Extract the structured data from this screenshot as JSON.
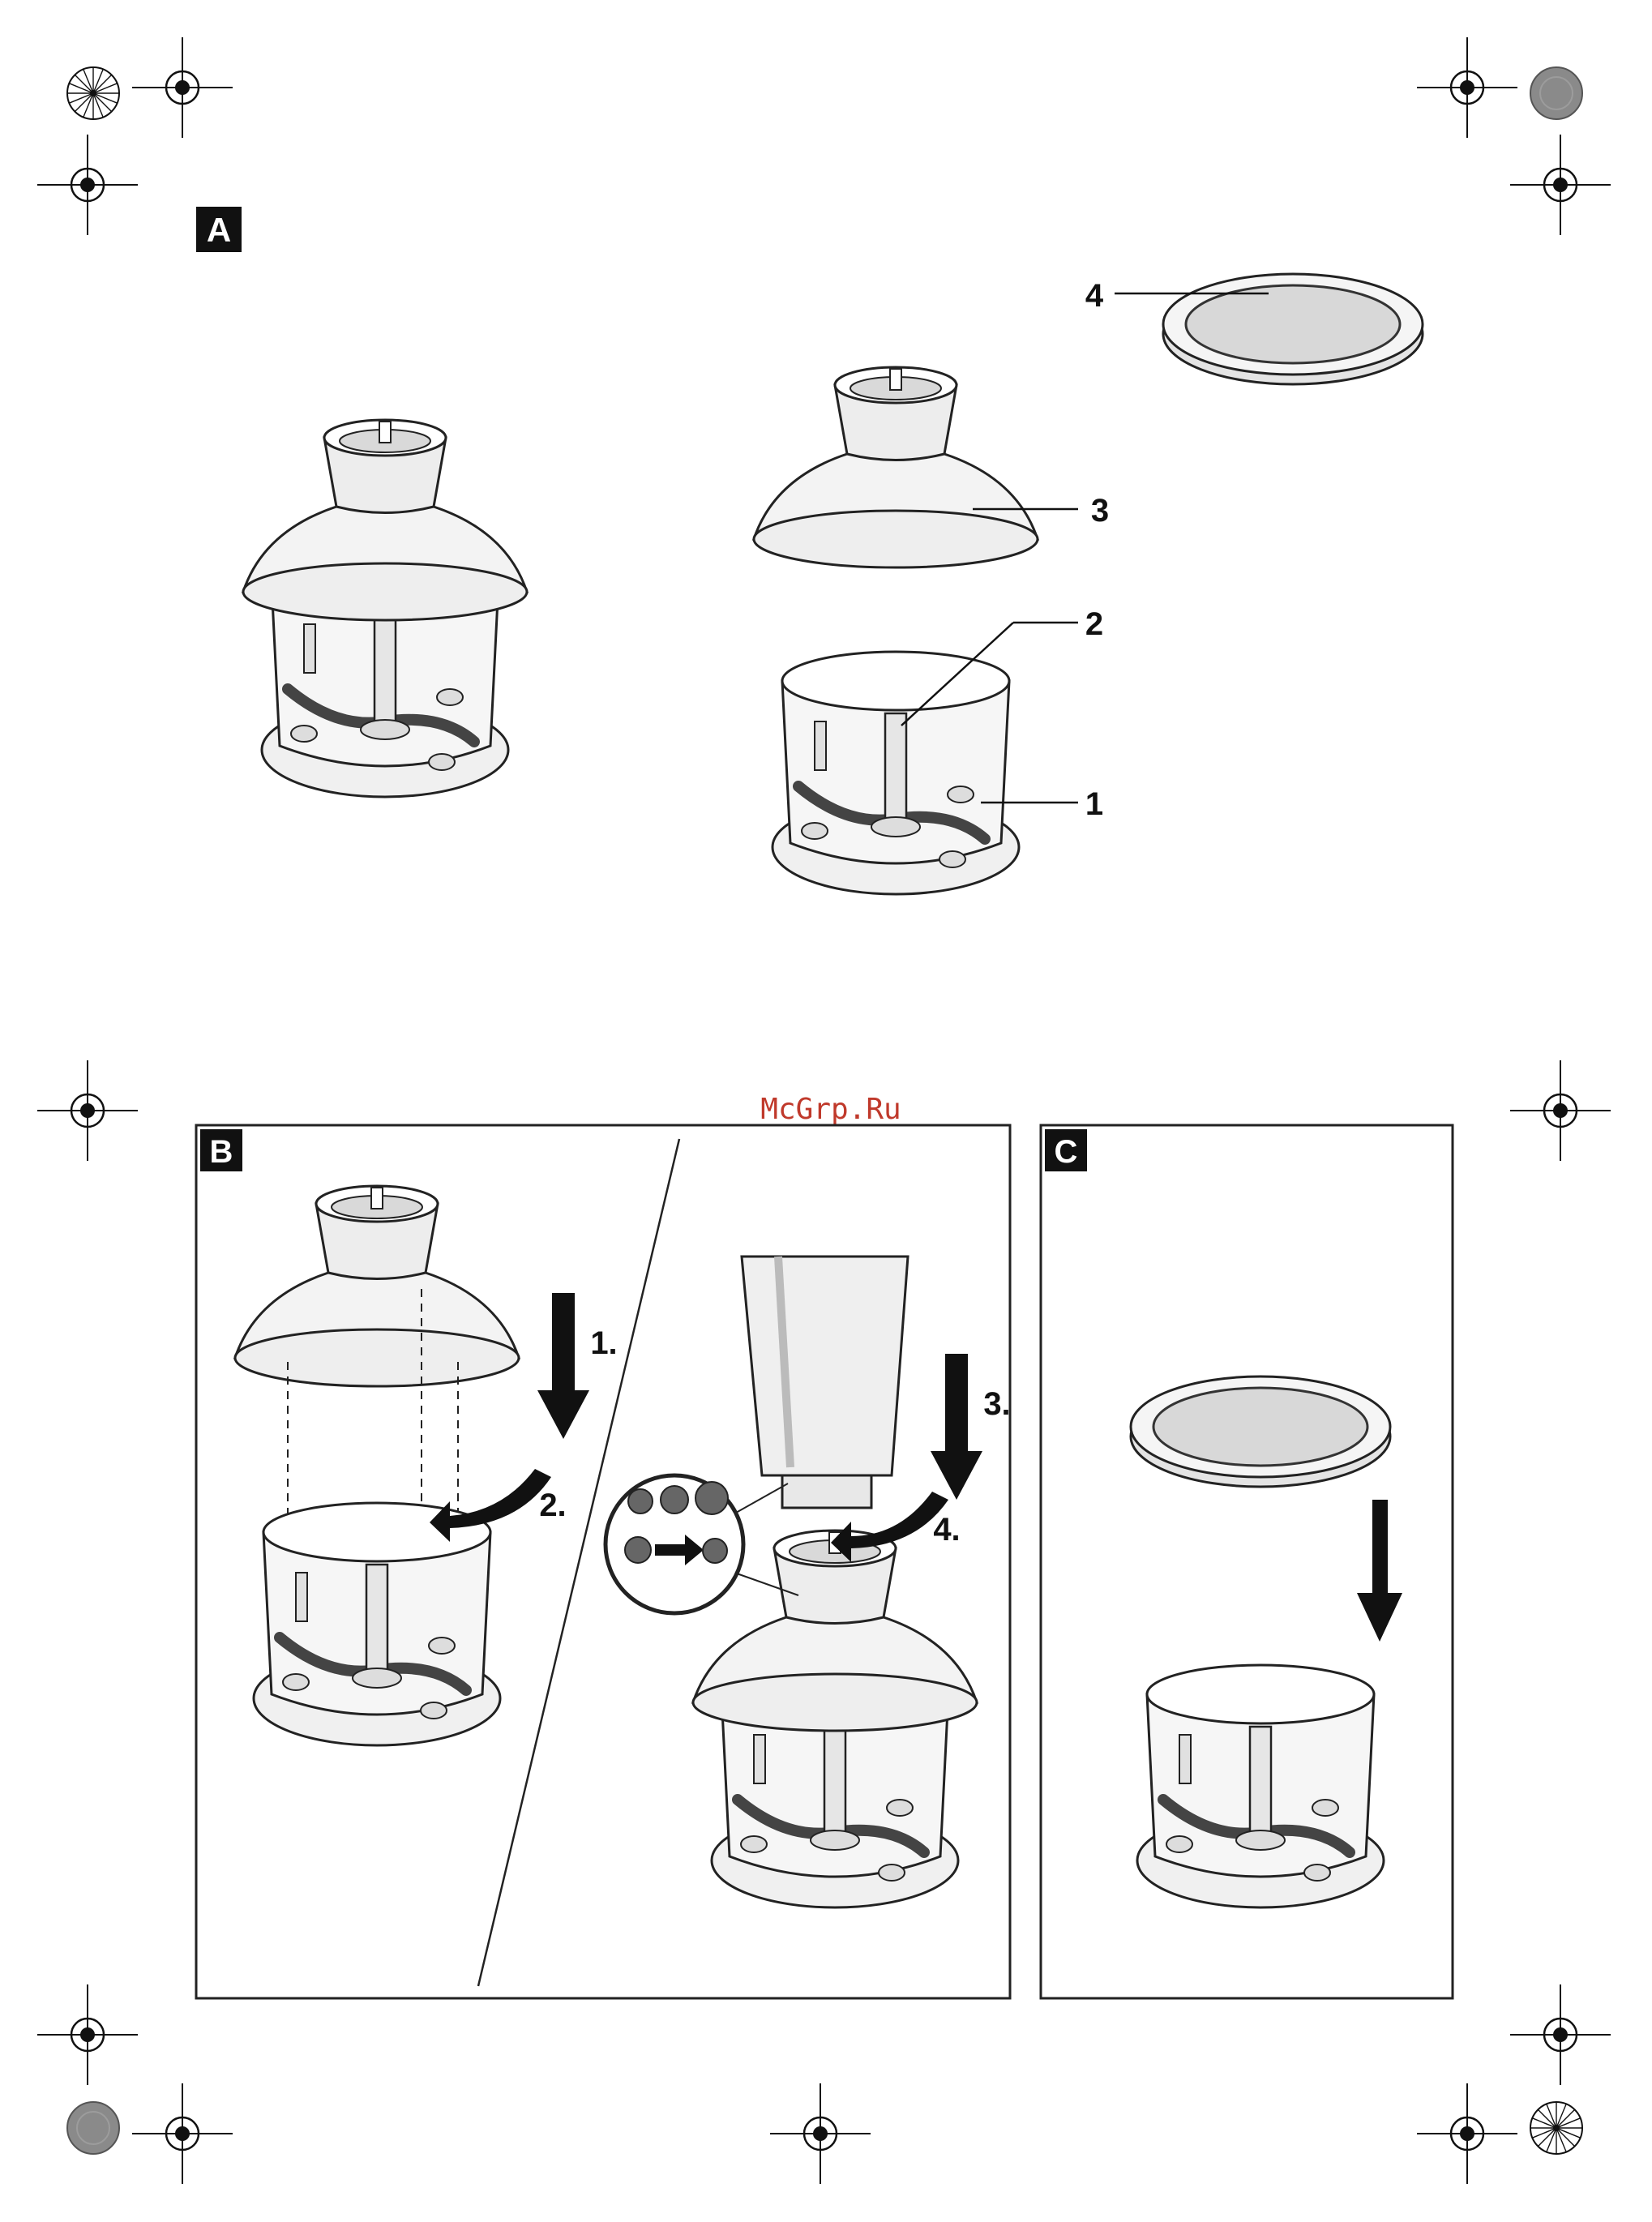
{
  "watermark": "McGrp.Ru",
  "colors": {
    "ink": "#111111",
    "watermark": "#c0392b",
    "badge": "#111111",
    "panel_border": "#222222",
    "grey_target": "#8a8a8a"
  },
  "sections": {
    "a": {
      "badge": "A",
      "callouts": [
        {
          "number": "1",
          "part": "container"
        },
        {
          "number": "2",
          "part": "blade-shaft"
        },
        {
          "number": "3",
          "part": "lid-with-gearbox"
        },
        {
          "number": "4",
          "part": "storage-lid"
        }
      ]
    },
    "b": {
      "badge": "B",
      "steps": [
        "1.",
        "2.",
        "3.",
        "4."
      ]
    },
    "c": {
      "badge": "C"
    }
  },
  "icons": [
    "registration-mark-icon",
    "starburst-target-icon",
    "grey-target-icon",
    "arrow-down-icon",
    "arrow-curved-icon",
    "alignment-zoom-icon"
  ]
}
